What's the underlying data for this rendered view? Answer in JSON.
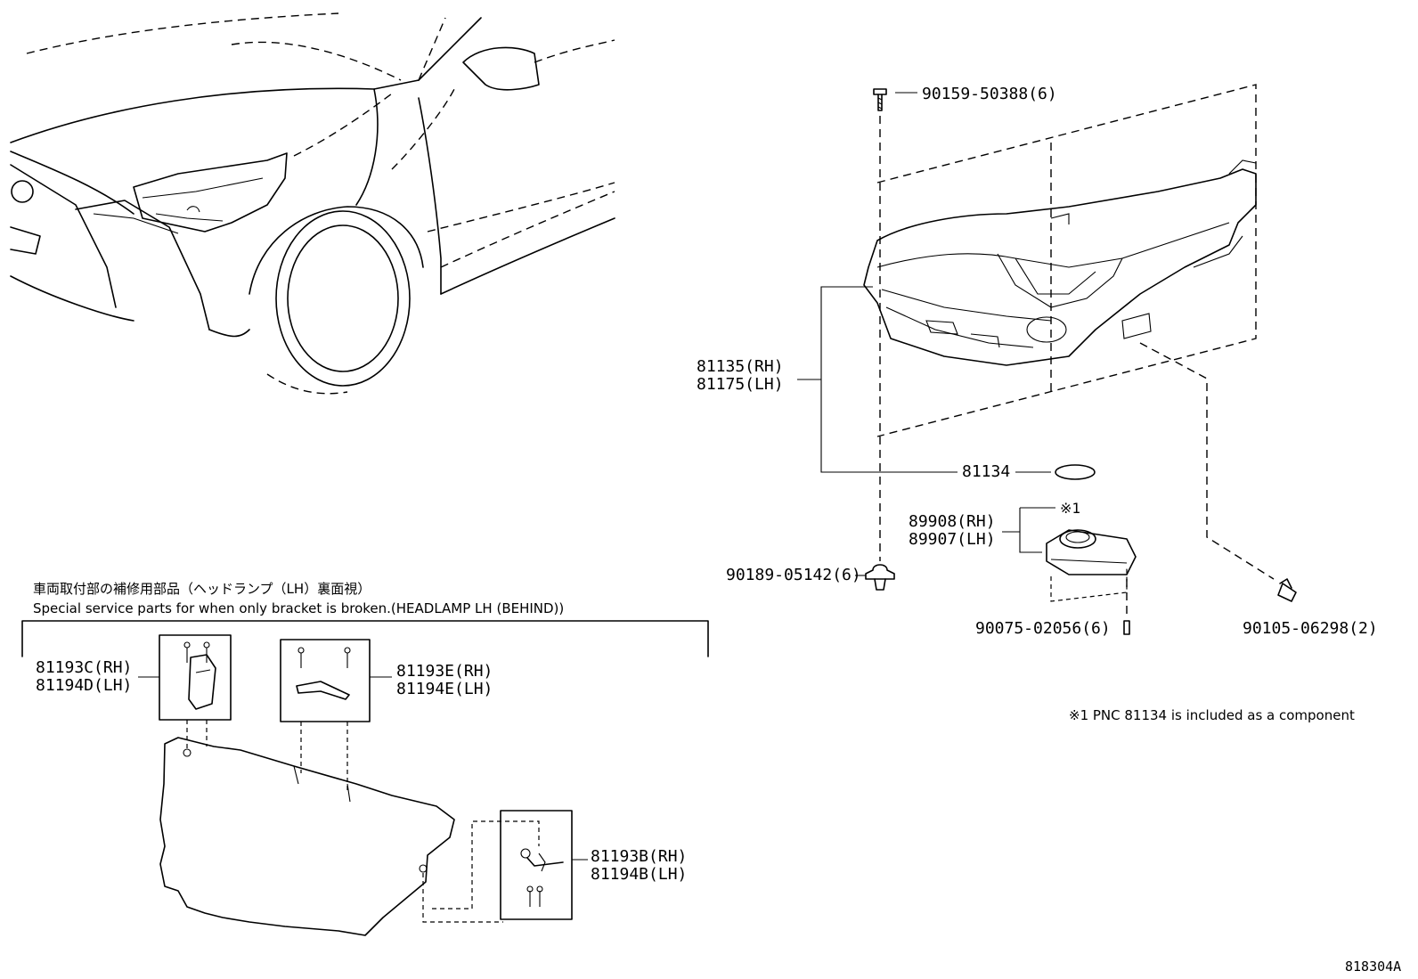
{
  "diagram_id": "818304A",
  "callouts": {
    "p90159": "90159-50388(6)",
    "p81135": "81135(RH)",
    "p81175": "81175(LH)",
    "p81134": "81134",
    "mark1": "※1",
    "p89908": "89908(RH)",
    "p89907": "89907(LH)",
    "p90189": "90189-05142(6)",
    "p90075": "90075-02056(6)",
    "p90105": "90105-06298(2)",
    "p81193C": "81193C(RH)",
    "p81194D": "81194D(LH)",
    "p81193E": "81193E(RH)",
    "p81194E": "81194E(LH)",
    "p81193B": "81193B(RH)",
    "p81194B": "81194B(LH)"
  },
  "notes": {
    "component_note": "※1 PNC 81134 is included as a component",
    "bracket_title_jp": "車両取付部の補修用部品（ヘッドランプ（LH）裏面視）",
    "bracket_title_en": "Special service parts for when only bracket is broken.(HEADLAMP LH (BEHIND))"
  }
}
